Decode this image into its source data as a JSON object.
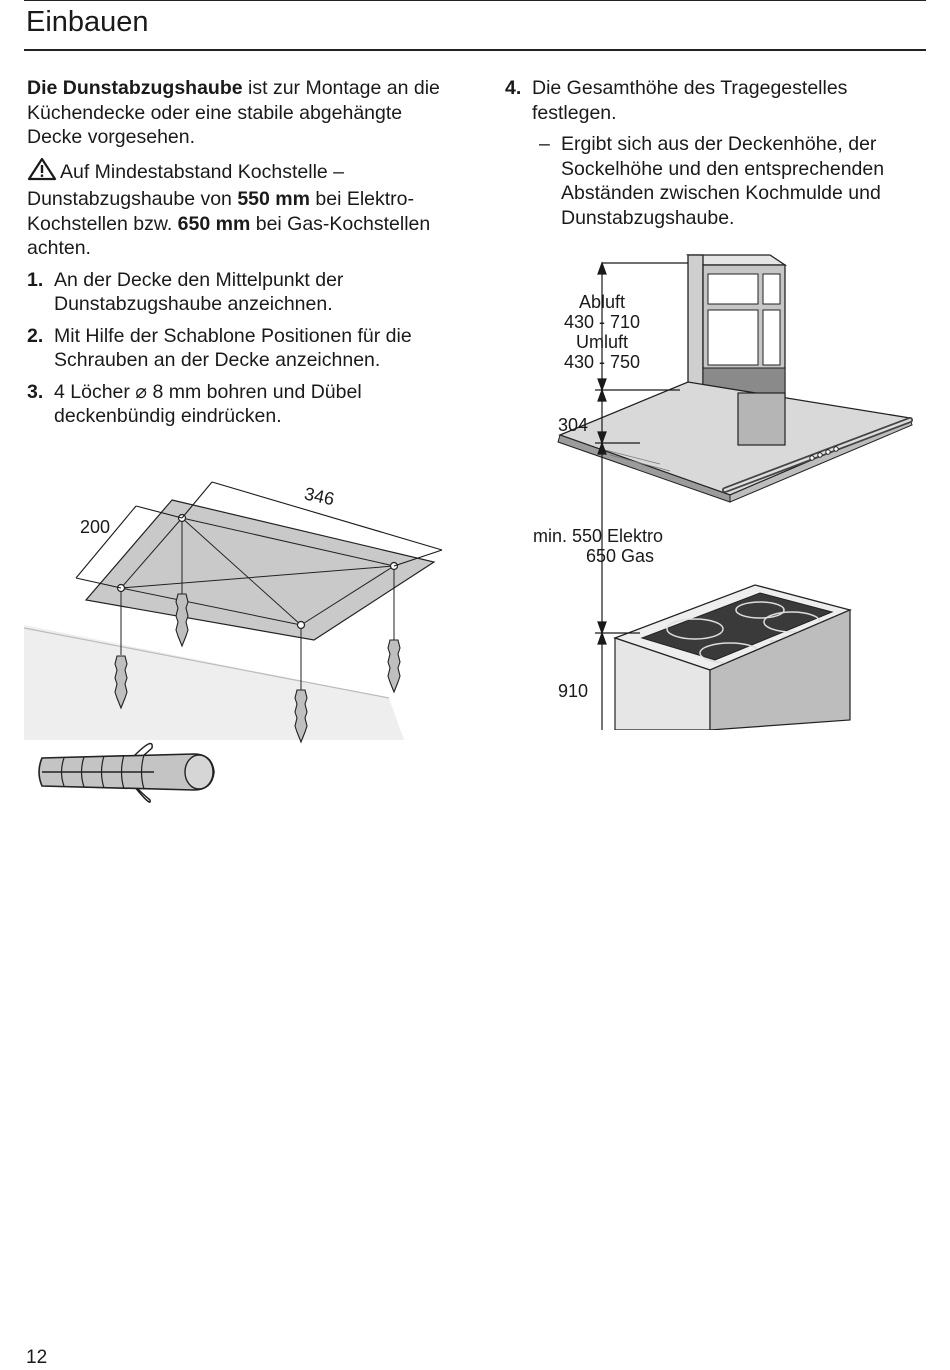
{
  "header": {
    "title": "Einbauen"
  },
  "left": {
    "intro_bold": "Die Dunstabzugshaube",
    "intro_rest": " ist zur Montage an die Küchendecke oder eine stabile abgehängte Decke vorgesehen.",
    "warning_pre": "Auf Mindestabstand Kochstelle – Dunstabzugshaube von ",
    "warning_val1": "550 mm",
    "warning_mid": " bei Elektro-Kochstellen bzw. ",
    "warning_val2": "650 mm",
    "warning_post": " bei Gas-Kochstellen achten.",
    "steps": [
      {
        "num": "1.",
        "text": "An der Decke den Mittelpunkt der Dunstabzugshaube anzeichnen."
      },
      {
        "num": "2.",
        "text": "Mit Hilfe der Schablone Positionen für die Schrauben an der Decke anzeichnen."
      },
      {
        "num": "3.",
        "text": "4 Löcher ⌀ 8 mm bohren und Dübel deckenbündig eindrücken."
      }
    ]
  },
  "right": {
    "step4_num": "4.",
    "step4_text": "Die Gesamthöhe des Tragegestelles festlegen.",
    "dash": "–",
    "sub_text": "Ergibt sich aus der Deckenhöhe, der Sockelhöhe und den entsprechenden Abständen zwischen Kochmulde und Dunstabzugshaube."
  },
  "figure_hood": {
    "abluft": "Abluft",
    "abluft_range": "430 - 710",
    "umluft": "Umluft",
    "umluft_range": "430 - 750",
    "hood_height": "304",
    "min_elektro": "min. 550 Elektro",
    "gas": "650 Gas",
    "counter_height": "910"
  },
  "figure_ceiling": {
    "width_label": "346",
    "depth_label": "200"
  },
  "footer": {
    "page_number": "12"
  }
}
